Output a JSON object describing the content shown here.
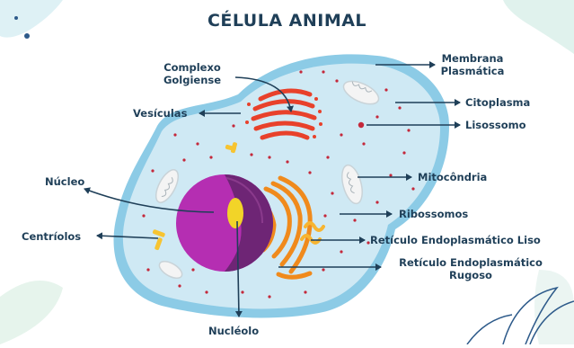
{
  "title": "CÉLULA ANIMAL",
  "labels": {
    "membrana": "Membrana\nPlasmática",
    "complexo": "Complexo\nGolgiense",
    "vesiculas": "Vesículas",
    "citoplasma": "Citoplasma",
    "lisossomo": "Lisossomo",
    "nucleo": "Núcleo",
    "mitocondria": "Mitocôndria",
    "ribossomos": "Ribossomos",
    "centriolos": "Centríolos",
    "reticulo_liso": "Retículo Endoplasmático Liso",
    "reticulo_rugoso": "Retículo Endoplasmático\nRugoso",
    "nucleolo": "Nucléolo"
  },
  "colors": {
    "label_text": "#1f3f58",
    "cytoplasm": "#cfe9f4",
    "membrane": "#8ccbe6",
    "nucleus": "#b52eb2",
    "nucleus_inner": "#6e2575",
    "nucleolus": "#f2d428",
    "golgi": "#e8412b",
    "reticulum": "#f08a1c",
    "centrioles": "#f7c431",
    "ribosome_dots": "#c4283a"
  }
}
